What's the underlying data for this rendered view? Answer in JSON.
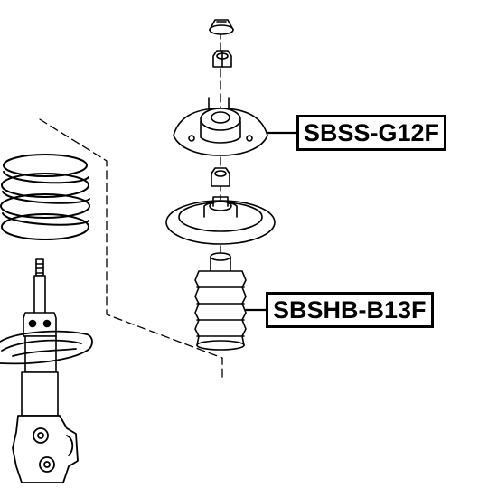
{
  "part_labels": [
    {
      "text": "SBSS-G12F",
      "refers_to": "strut-mount"
    },
    {
      "text": "SBSHB-B13F",
      "refers_to": "bump-stop-and-dust-boot"
    }
  ],
  "colors": {
    "line": "#000000",
    "background": "#ffffff"
  }
}
